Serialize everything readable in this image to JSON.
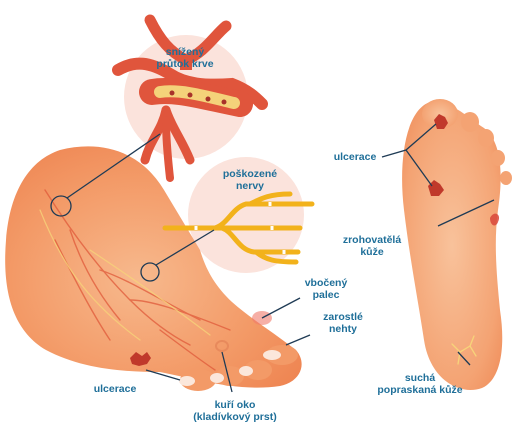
{
  "labels": {
    "reduced_blood_flow": [
      "snížený",
      "průtok krve"
    ],
    "damaged_nerves": [
      "poškozené",
      "nervy"
    ],
    "ulceration_sole": "ulcerace",
    "calluses": [
      "zrohovatělá",
      "kůže"
    ],
    "hallux_valgus": [
      "vbočený",
      "palec"
    ],
    "ingrown_nails": [
      "zarostlé",
      "nehty"
    ],
    "ulceration_side": "ulcerace",
    "hammer_toe": [
      "kuří oko",
      "(kladívkový prst)"
    ],
    "dry_cracked_skin": [
      "suchá",
      "popraskaná kůže"
    ]
  },
  "colors": {
    "label_text": "#1f6f99",
    "skin": "#f2935e",
    "skin_light": "#f9c39a",
    "vein": "#e05a3a",
    "nerve": "#f2b21b",
    "vessel": "#e0553c",
    "bubble": "#fbe3dc",
    "ulcer": "#c0392b"
  }
}
